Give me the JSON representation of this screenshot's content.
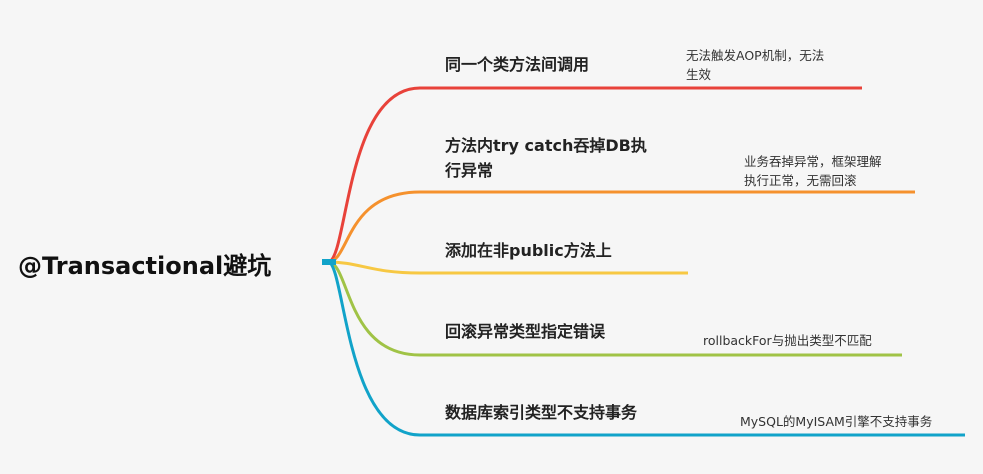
{
  "root": {
    "label": "@Transactional避坑"
  },
  "branches": [
    {
      "topic": "同一个类方法间调用",
      "note_lines": [
        "无法触发AOP机制，无法",
        "生效"
      ],
      "color": "#e8423a"
    },
    {
      "topic_lines": [
        "方法内try catch吞掉DB执",
        "行异常"
      ],
      "note_lines": [
        "业务吞掉异常，框架理解",
        "执行正常，无需回滚"
      ],
      "color": "#f5912d"
    },
    {
      "topic": "添加在非public方法上",
      "color": "#f7c843"
    },
    {
      "topic": "回滚异常类型指定错误",
      "note": "rollbackFor与抛出类型不匹配",
      "color": "#a0c346"
    },
    {
      "topic": "数据库索引类型不支持事务",
      "note": "MySQL的MyISAM引擎不支持事务",
      "color": "#11a3c9"
    }
  ]
}
